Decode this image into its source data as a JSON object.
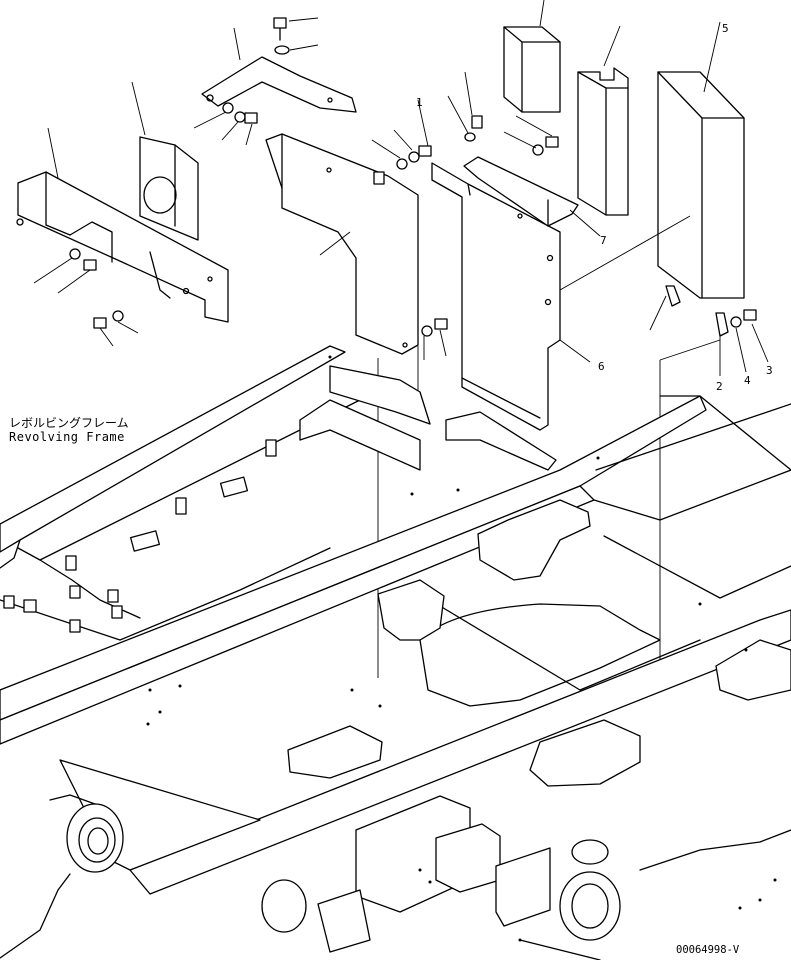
{
  "labels": {
    "frame_jp": "レボルビングフレーム",
    "frame_en": "Revolving Frame",
    "drawing_code": "00064998-V"
  },
  "callouts": {
    "c1": "1",
    "c2": "2",
    "c3": "3",
    "c4": "4",
    "c5": "5",
    "c6": "6",
    "c7": "7"
  }
}
